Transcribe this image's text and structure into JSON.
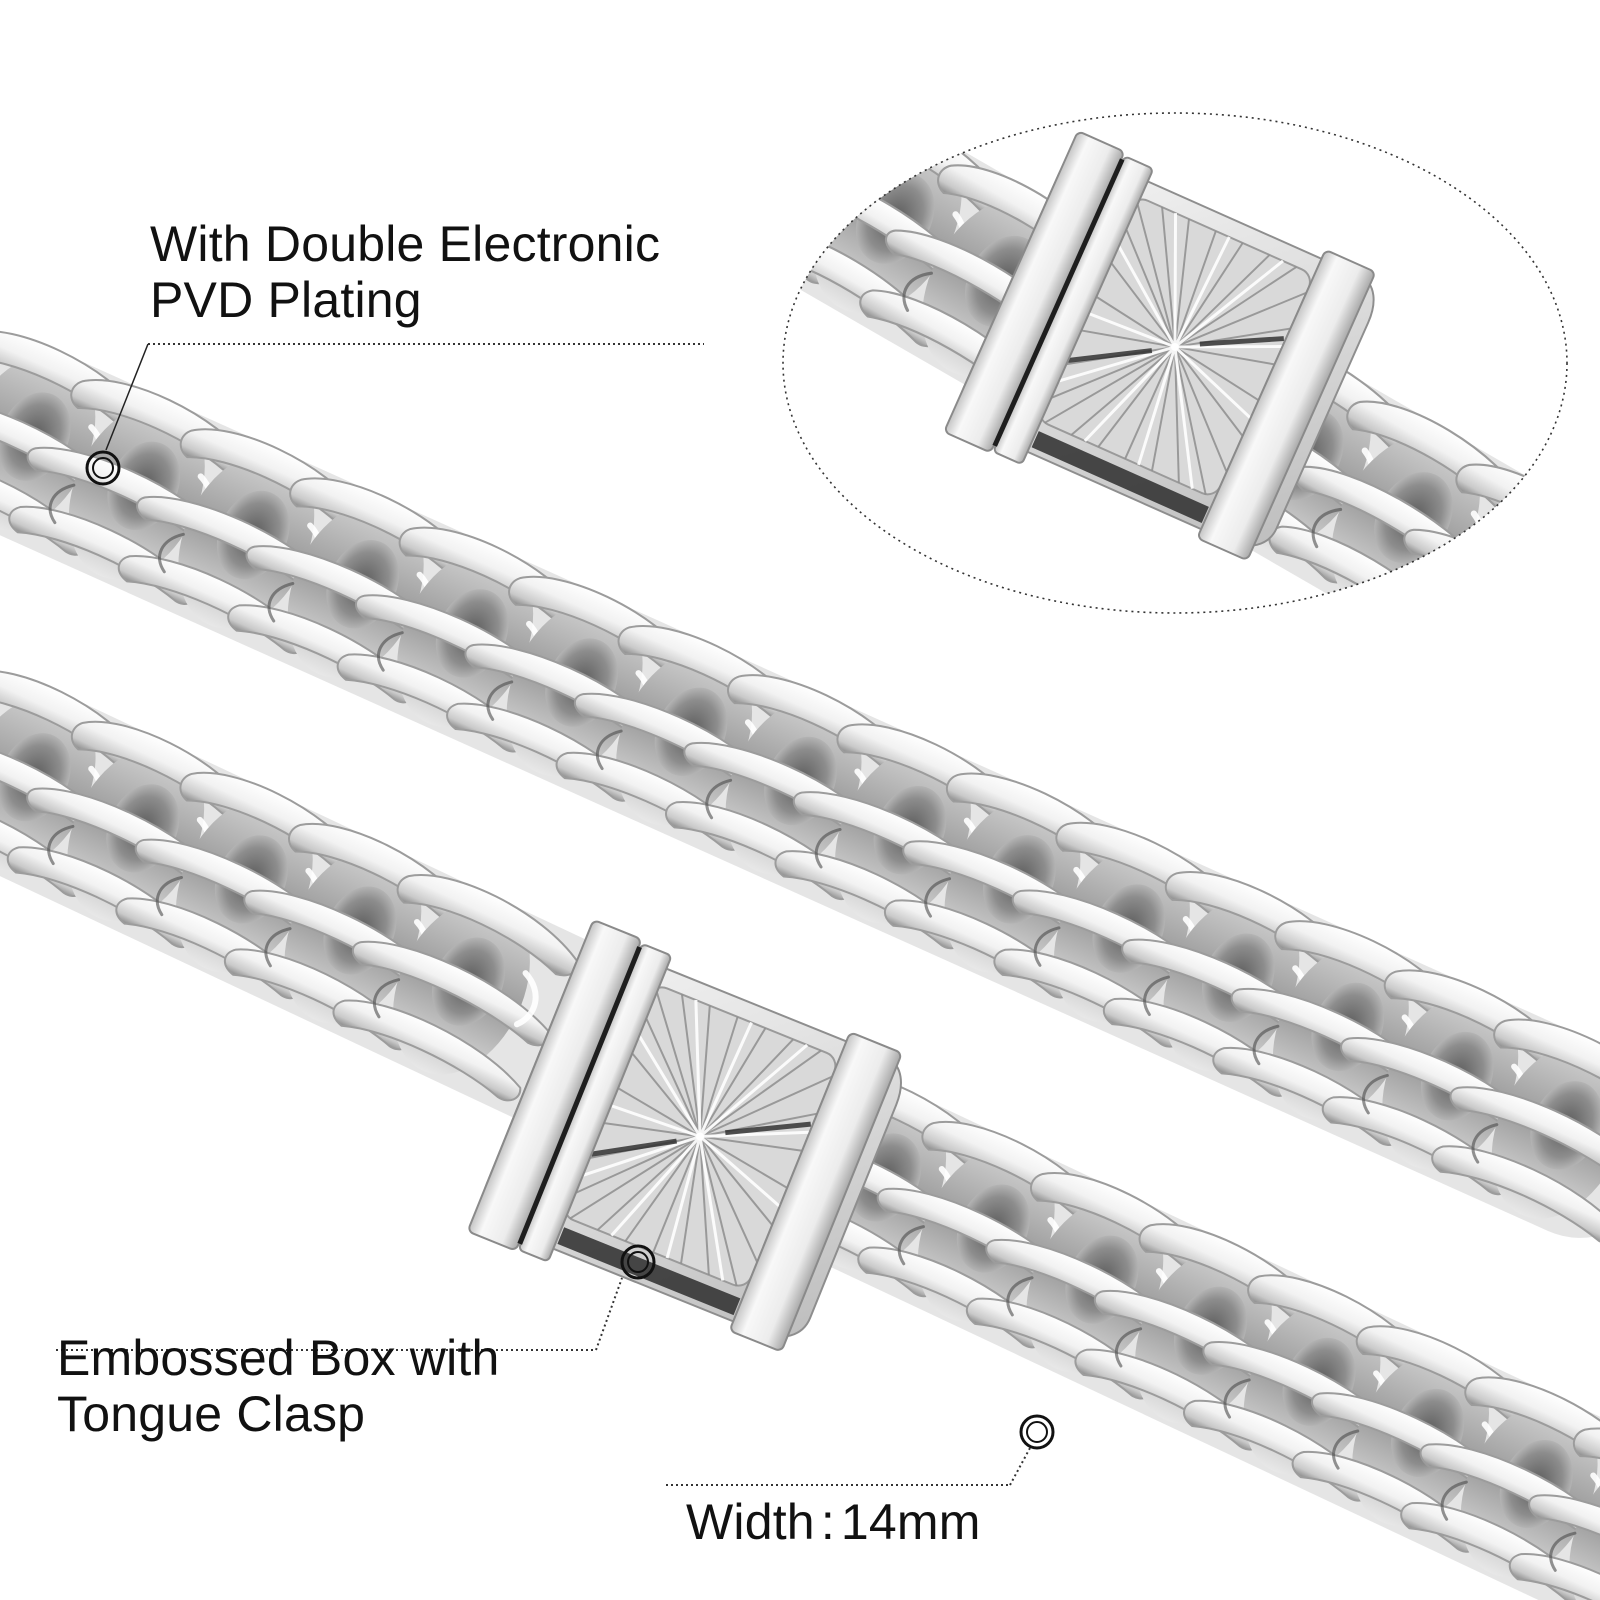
{
  "image": {
    "subject": "Stainless steel Cuban link chain with embossed box clasp",
    "background_color": "#ffffff",
    "metal_colors": {
      "highlight": "#fbfbfb",
      "light": "#e6e6e6",
      "mid": "#b9b9b9",
      "shadow": "#6f6f6f",
      "deep": "#2e2e2e"
    },
    "annotation_color": "#111111"
  },
  "callouts": {
    "plating": {
      "lines": [
        "With Double Electronic",
        "PVD Plating"
      ],
      "marker": "ring-marker",
      "leader_style": "solid"
    },
    "clasp": {
      "lines": [
        "Embossed Box with",
        "Tongue Clasp"
      ],
      "marker": "ring-marker",
      "leader_style": "dotted"
    },
    "width": {
      "label": "Width",
      "separator": ":",
      "value": "14mm",
      "marker": "ring-marker",
      "leader_style": "dotted"
    }
  },
  "inset": {
    "shape": "dotted-ellipse",
    "content": "close-up of sunburst embossed box clasp"
  },
  "icons": {
    "marker": "ring-marker-icon",
    "clasp_pattern": "sunburst-icon"
  }
}
